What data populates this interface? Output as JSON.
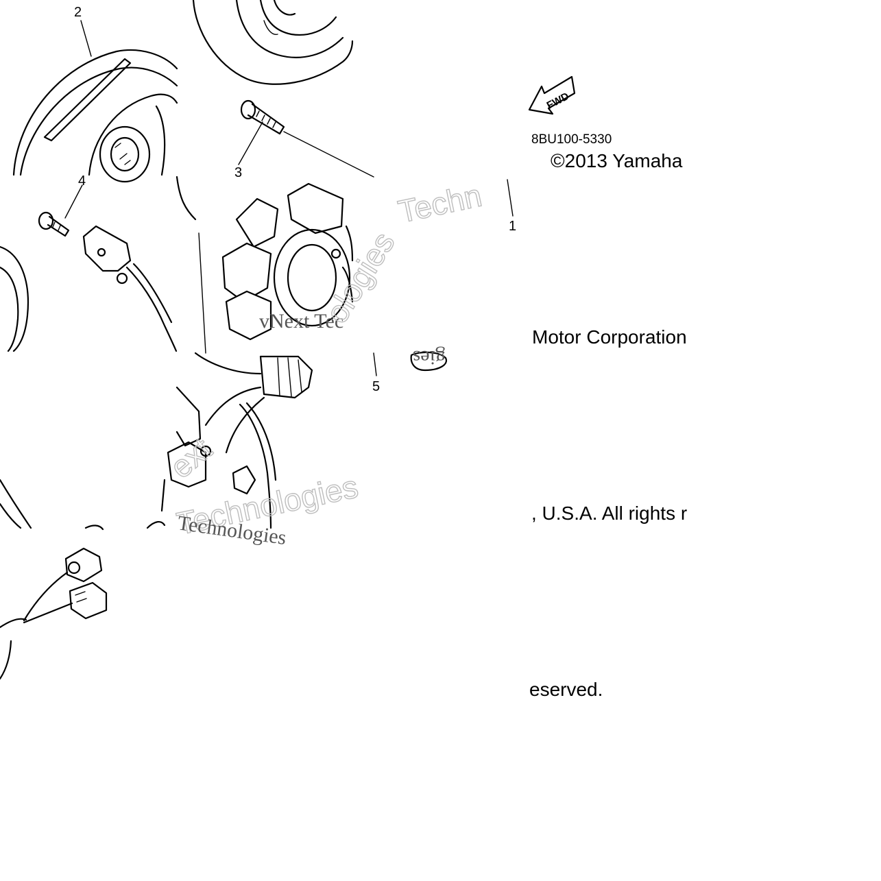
{
  "callouts": {
    "c1": "1",
    "c2": "2",
    "c3": "3",
    "c4": "4",
    "c5": "5"
  },
  "direction_badge": "FWD",
  "part_code": "8BU100-5330",
  "copyright_fragments": {
    "line1": "©2013 Yamaha",
    "line2": "Motor Corporation",
    "line3": ", U.S.A. All rights r",
    "line4": "eserved."
  },
  "watermark_fragments": {
    "w1": "Techn",
    "w2": "vNext Tec",
    "w3": "Technologies",
    "w4": "Technologies",
    "w5": "ext",
    "w6": "gies",
    "w7": "ologies"
  },
  "colors": {
    "ink": "#000000",
    "background": "#ffffff",
    "watermark": "#bdbdbd"
  }
}
